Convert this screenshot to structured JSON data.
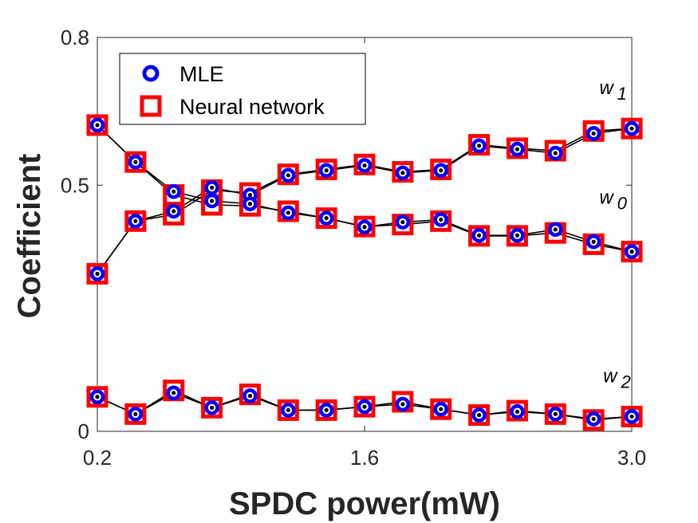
{
  "chart_data": {
    "type": "scatter",
    "xlabel": "SPDC power(mW)",
    "ylabel": "Coefficient",
    "xlim": [
      0.2,
      3.0
    ],
    "ylim": [
      0,
      0.8
    ],
    "xticks": [
      0.2,
      1.6,
      3.0
    ],
    "xtick_labels": [
      "0.2",
      "1.6",
      "3.0"
    ],
    "yticks": [
      0,
      0.5,
      0.8
    ],
    "ytick_labels": [
      "0",
      "0.5",
      "0.8"
    ],
    "legend_position": "top-left",
    "legend": [
      {
        "label": "MLE",
        "marker": "circle",
        "color": "#0000ff"
      },
      {
        "label": "Neural network",
        "marker": "square",
        "color": "#ff0000"
      }
    ],
    "x": [
      0.2,
      0.4,
      0.6,
      0.8,
      1.0,
      1.2,
      1.4,
      1.6,
      1.8,
      2.0,
      2.2,
      2.4,
      2.6,
      2.8,
      3.0
    ],
    "series": [
      {
        "name": "MLE",
        "group": "w_1",
        "values": [
          0.32,
          0.427,
          0.447,
          0.495,
          0.48,
          0.52,
          0.53,
          0.54,
          0.525,
          0.53,
          0.58,
          0.573,
          0.565,
          0.605,
          0.615
        ]
      },
      {
        "name": "Neural network",
        "group": "w_1",
        "values": [
          0.32,
          0.427,
          0.44,
          0.49,
          0.484,
          0.522,
          0.532,
          0.542,
          0.527,
          0.532,
          0.582,
          0.575,
          0.57,
          0.61,
          0.615
        ]
      },
      {
        "name": "MLE",
        "group": "w_0",
        "values": [
          0.622,
          0.547,
          0.487,
          0.468,
          0.462,
          0.444,
          0.433,
          0.415,
          0.425,
          0.43,
          0.398,
          0.398,
          0.41,
          0.385,
          0.365
        ]
      },
      {
        "name": "Neural network",
        "group": "w_0",
        "values": [
          0.622,
          0.547,
          0.48,
          0.46,
          0.458,
          0.447,
          0.433,
          0.416,
          0.42,
          0.427,
          0.397,
          0.397,
          0.403,
          0.38,
          0.365
        ]
      },
      {
        "name": "MLE",
        "group": "w_2",
        "values": [
          0.07,
          0.035,
          0.078,
          0.048,
          0.072,
          0.043,
          0.043,
          0.05,
          0.055,
          0.045,
          0.033,
          0.04,
          0.035,
          0.025,
          0.03
        ]
      },
      {
        "name": "Neural network",
        "group": "w_2",
        "values": [
          0.07,
          0.035,
          0.083,
          0.048,
          0.075,
          0.043,
          0.043,
          0.05,
          0.06,
          0.045,
          0.033,
          0.042,
          0.035,
          0.023,
          0.03
        ]
      }
    ],
    "annotations": [
      {
        "base": "w",
        "sub": "1",
        "x": 2.83,
        "y": 0.685
      },
      {
        "base": "w",
        "sub": "0",
        "x": 2.83,
        "y": 0.462
      },
      {
        "base": "w",
        "sub": "2",
        "x": 2.85,
        "y": 0.1
      }
    ]
  }
}
